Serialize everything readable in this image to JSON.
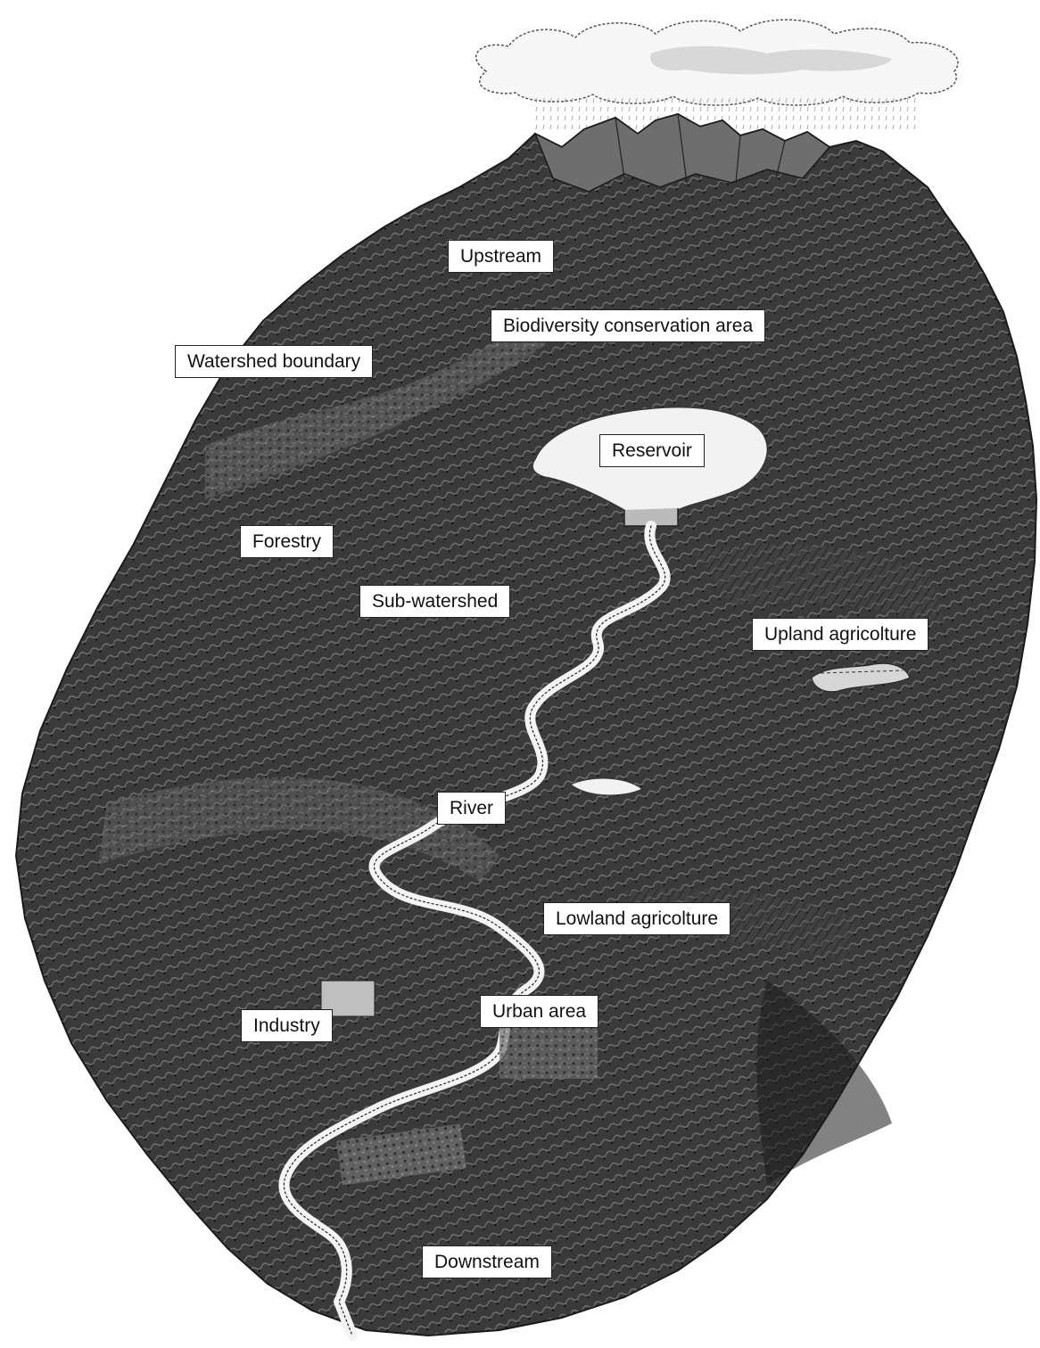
{
  "labels": {
    "upstream": "Upstream",
    "biodiversity": "Biodiversity conservation area",
    "watershed_boundary": "Watershed boundary",
    "reservoir": "Reservoir",
    "forestry": "Forestry",
    "sub_watershed": "Sub-watershed",
    "upland_agriculture": "Upland agricolture",
    "river": "River",
    "lowland_agriculture": "Lowland agricolture",
    "urban_area": "Urban area",
    "industry": "Industry",
    "downstream": "Downstream"
  },
  "colors": {
    "terrain_dark": "#2b2b2b",
    "terrain_mid": "#5a5a5a",
    "terrain_light": "#8c8c8c",
    "water": "#f2f2f2",
    "cloud": "#f7f7f7",
    "label_border": "#222222"
  },
  "icons": {
    "cloud": "rain-cloud-icon",
    "peaks": "mountain-peaks-icon"
  }
}
